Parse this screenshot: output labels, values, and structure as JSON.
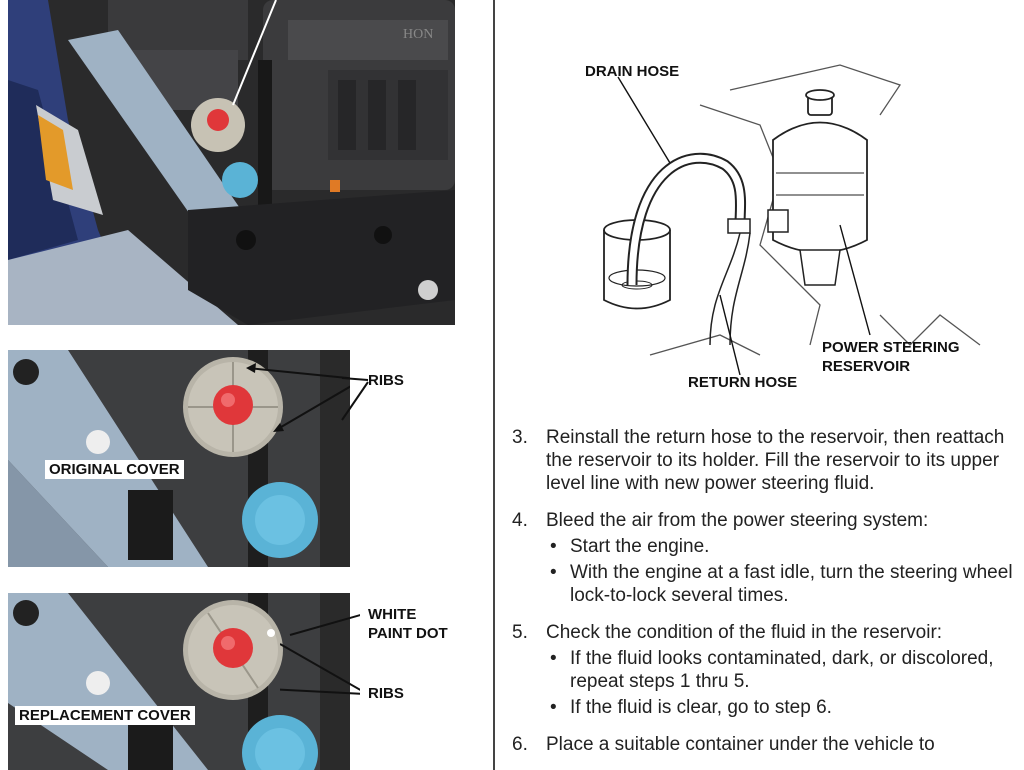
{
  "left_panel": {
    "photo2": {
      "ribs_label": "RIBS",
      "cover_label": "ORIGINAL COVER"
    },
    "photo3": {
      "paint_label": "WHITE PAINT DOT",
      "ribs_label": "RIBS",
      "cover_label": "REPLACEMENT COVER"
    }
  },
  "diagram": {
    "drain_hose": "DRAIN HOSE",
    "return_hose": "RETURN HOSE",
    "reservoir": "POWER STEERING RESERVOIR"
  },
  "steps": [
    {
      "num": "3.",
      "text": "Reinstall the return hose to the reservoir, then reattach the reservoir to its holder. Fill the reservoir to its upper level line with new power steering fluid.",
      "bullets": []
    },
    {
      "num": "4.",
      "text": "Bleed the air from the power steering system:",
      "bullets": [
        "Start the engine.",
        "With the engine at a fast idle, turn the steering wheel lock-to-lock several times."
      ]
    },
    {
      "num": "5.",
      "text": "Check the condition of the fluid in the reservoir:",
      "bullets": [
        "If the fluid looks contaminated, dark, or discolored, repeat steps 1 thru 5.",
        "If the fluid is clear, go to step 6."
      ]
    },
    {
      "num": "6.",
      "text": "Place a suitable container under the vehicle to",
      "bullets": []
    }
  ],
  "colors": {
    "cap_red": "#e0373a",
    "washer_blue": "#5ab3d6",
    "metal_blue": "#9fb2c4"
  }
}
